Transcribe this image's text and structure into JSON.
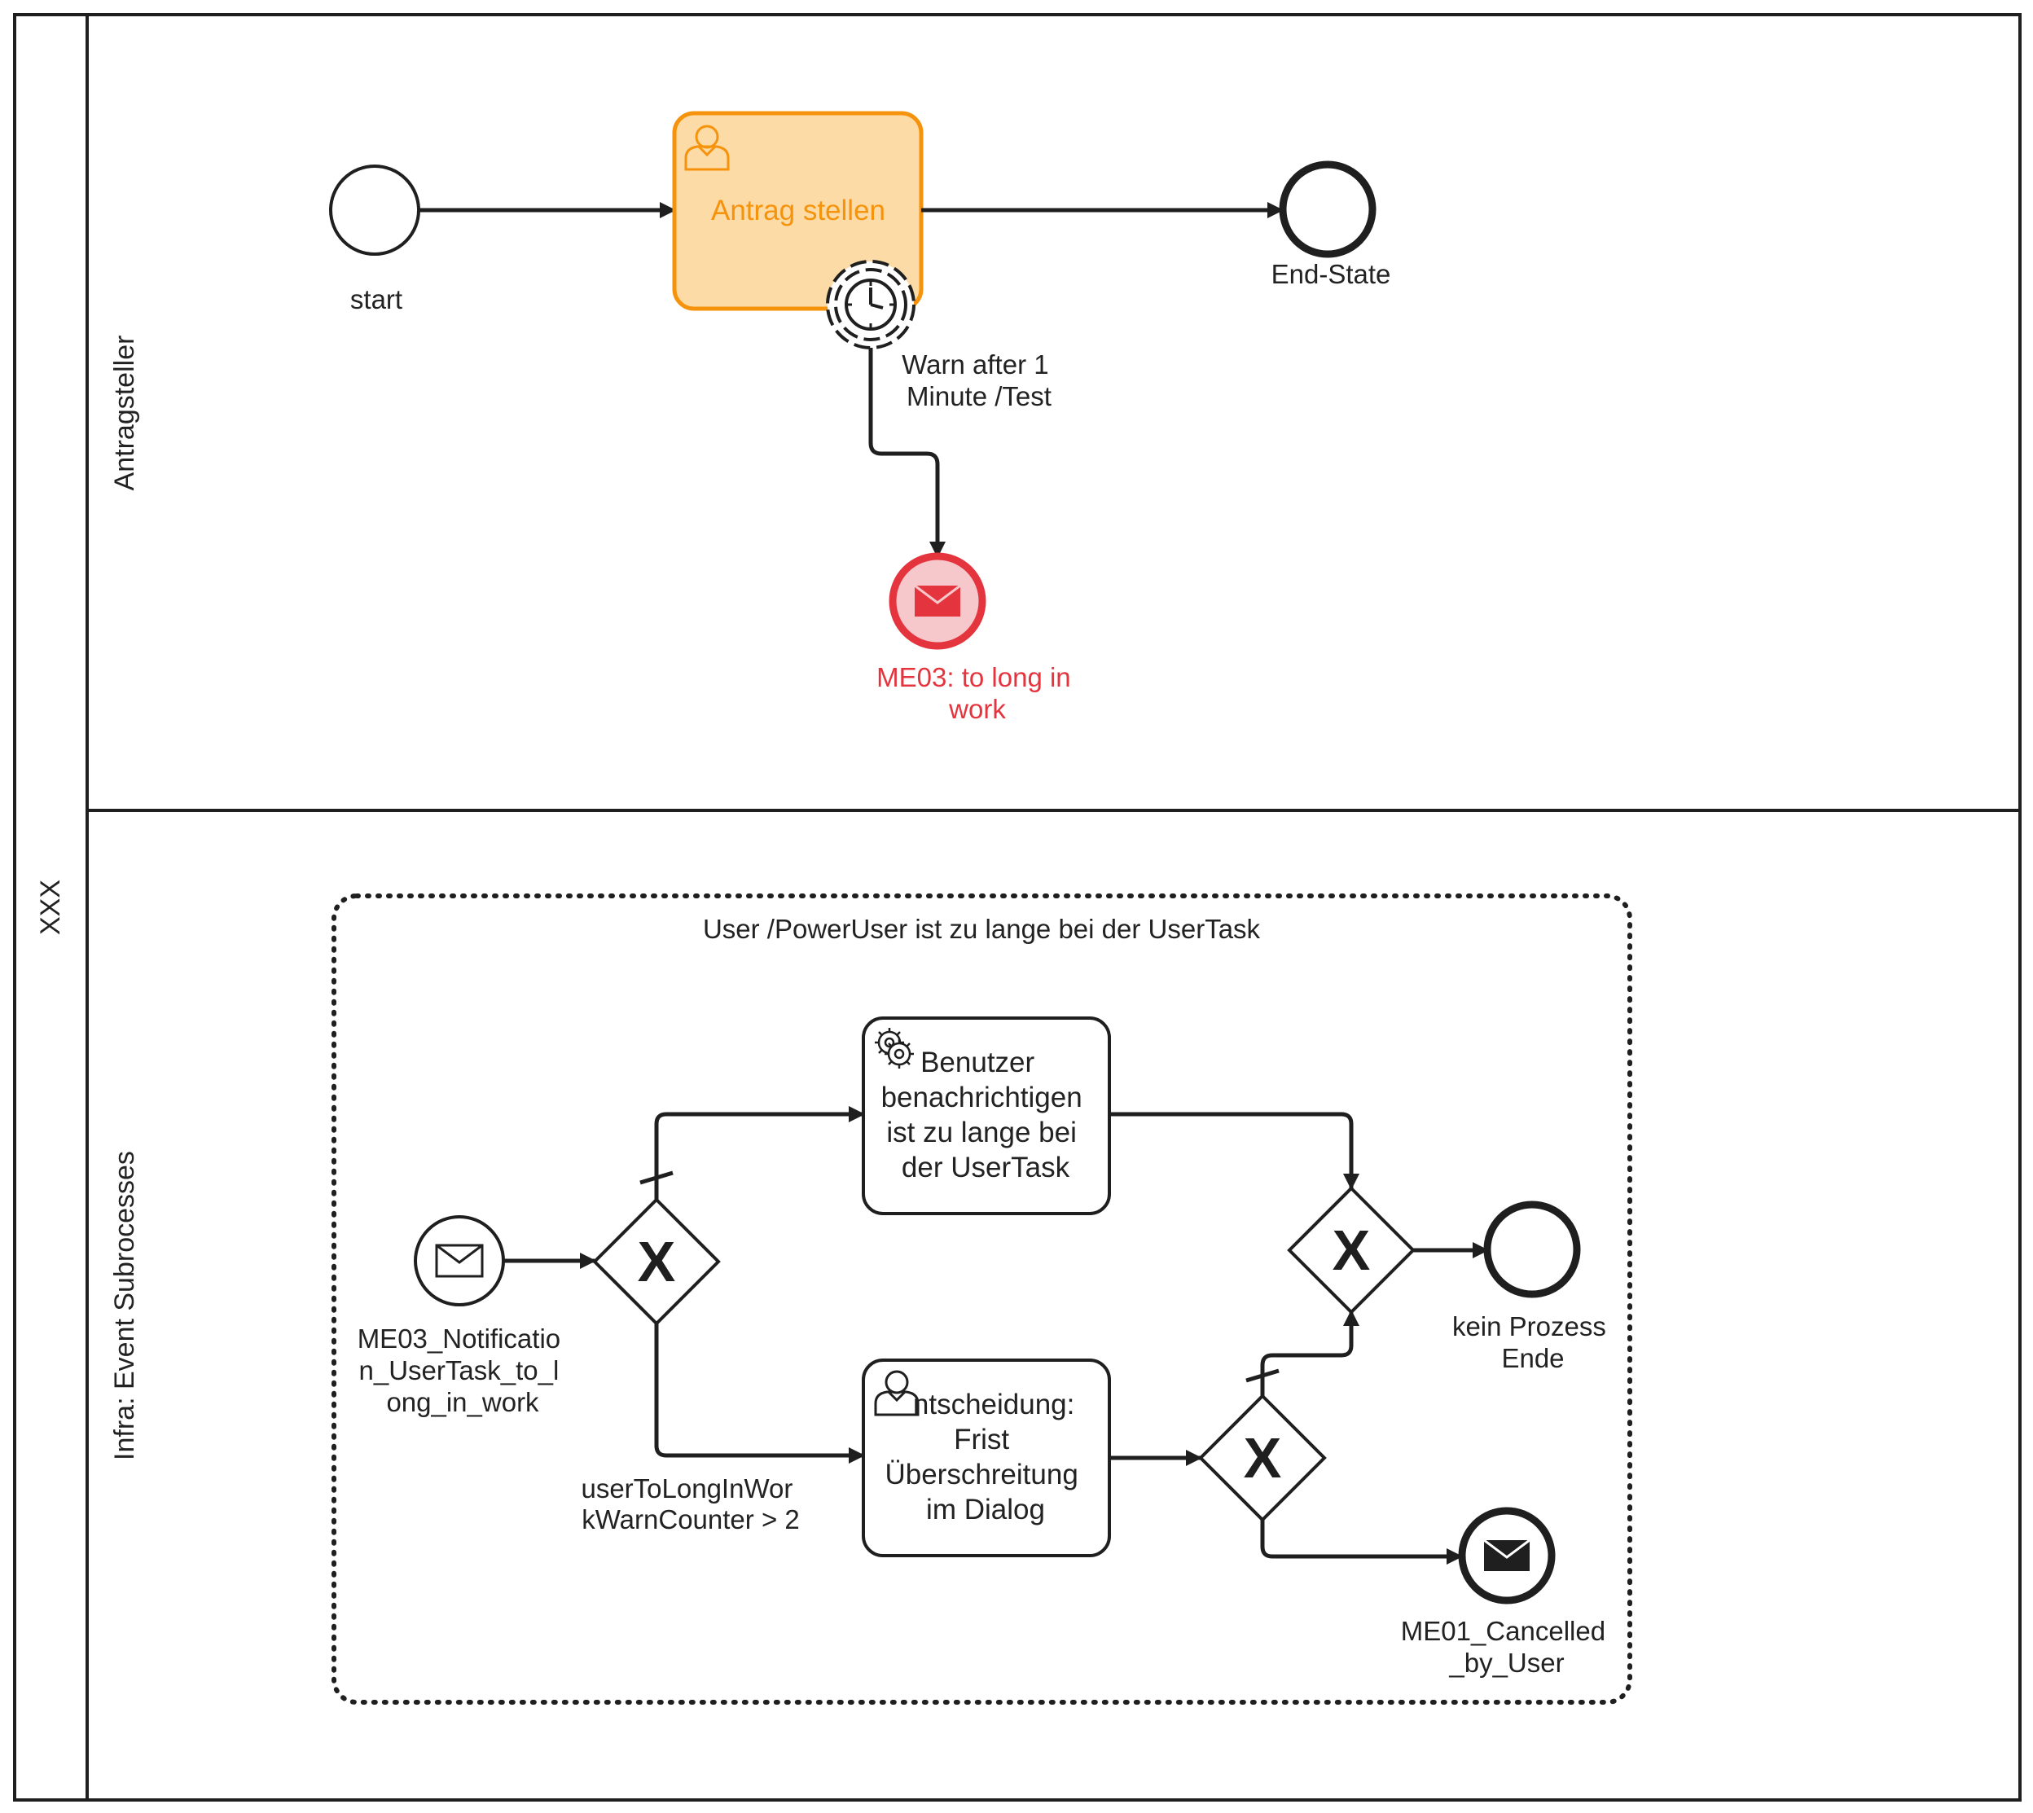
{
  "pool": {
    "label": "XXX"
  },
  "lanes": [
    {
      "label": "Antragsteller"
    },
    {
      "label": "Infra: Event Subrocesses"
    }
  ],
  "lane1": {
    "start_label": "start",
    "task_label": "Antrag stellen",
    "timer_label": [
      "Warn after 1",
      "Minute /Test"
    ],
    "end_label": "End-State",
    "message_end_label": [
      "ME03: to long in",
      "work"
    ]
  },
  "subprocess": {
    "title": "User /PowerUser ist zu lange bei der UserTask",
    "start_label": [
      "ME03_Notificatio",
      "n_UserTask_to_l",
      "ong_in_work"
    ],
    "task_notify_lines": [
      "Benutzer",
      "benachrichtigen",
      "ist zu lange bei",
      "der UserTask"
    ],
    "task_decision_lines": [
      "ntscheidung:",
      "Frist",
      "Überschreitung",
      "im Dialog"
    ],
    "gateway_symbol": "X",
    "condition_label": [
      "userToLongInWor",
      "kWarnCounter > 2"
    ],
    "end_label": [
      "kein Prozess",
      "Ende"
    ],
    "message_end_label": [
      "ME01_Cancelled",
      "_by_User"
    ]
  },
  "colors": {
    "task_highlight_fill": "#FDDBA6",
    "task_highlight_stroke": "#F5930C",
    "message_end_fill": "#F7C8CB",
    "message_end_stroke": "#E4353F",
    "line": "#1f1f1f"
  }
}
